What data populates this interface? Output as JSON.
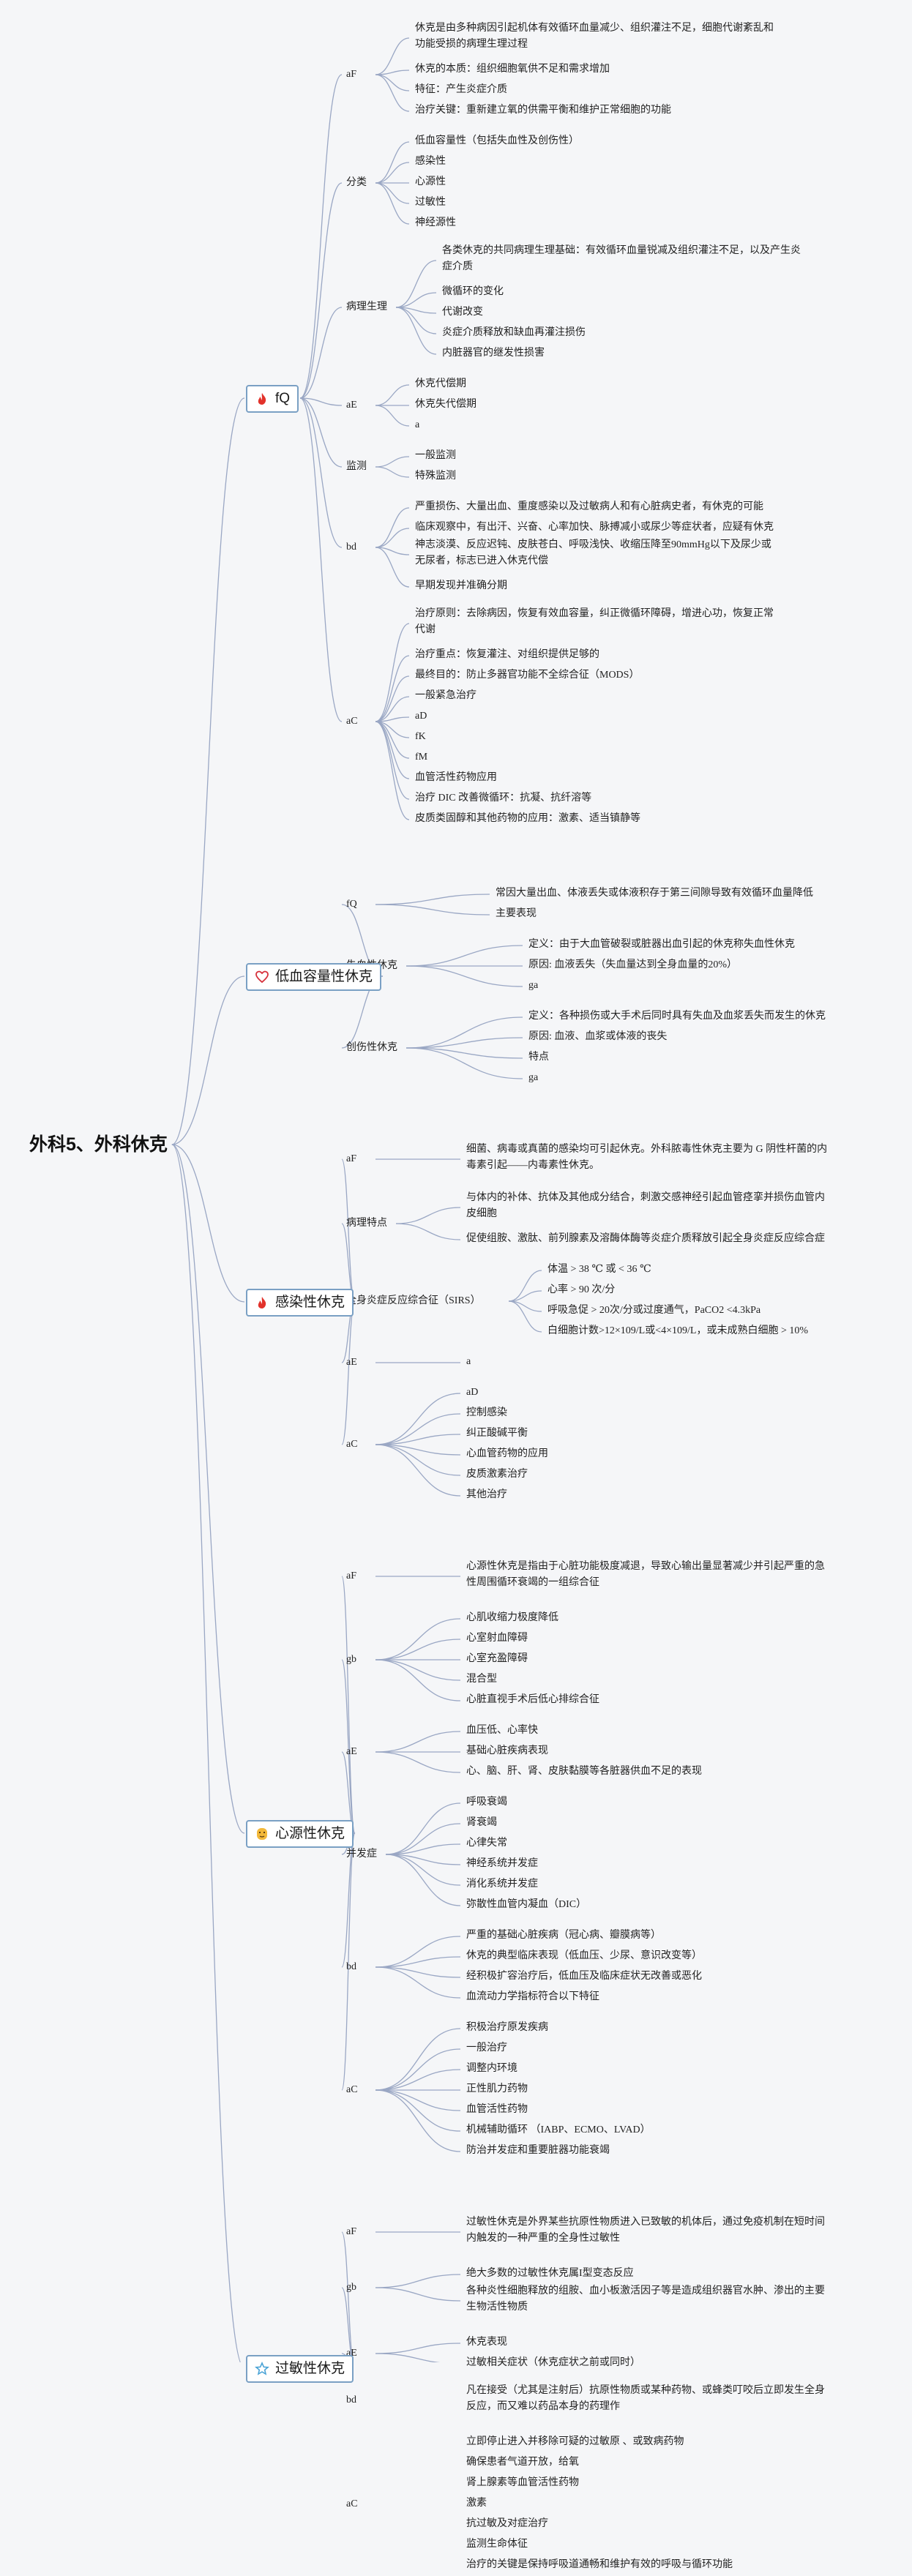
{
  "root": "外科5、外科休克",
  "colors": {
    "edge": "#9aa7c4",
    "border": "#7aa0c4",
    "fire": "#e2322b",
    "heart": "#d6303b",
    "face": "#f2b83a",
    "star": "#4aa3d6"
  },
  "branches": [
    {
      "label": "fQ",
      "icon": "fire-icon",
      "children": [
        {
          "label": "aF",
          "leaves": [
            "休克是由多种病因引起机体有效循环血量减少、组织灌注不足，细胞代谢紊乱和|功能受损的病理生理过程",
            "休克的本质：组织细胞氧供不足和需求增加",
            "特征：产生炎症介质",
            "治疗关键：重新建立氧的供需平衡和维护正常细胞的功能"
          ]
        },
        {
          "label": "分类",
          "leaves": [
            "低血容量性（包括失血性及创伤性）",
            "感染性",
            "心源性",
            "过敏性",
            "神经源性"
          ]
        },
        {
          "label": "病理生理",
          "leaves": [
            "各类休克的共同病理生理基础：有效循环血量锐减及组织灌注不足，以及产生炎|症介质",
            "微循环的变化",
            "代谢改变",
            "炎症介质释放和缺血再灌注损伤",
            "内脏器官的继发性损害"
          ]
        },
        {
          "label": "aE",
          "leaves": [
            "休克代偿期",
            "休克失代偿期",
            "a"
          ]
        },
        {
          "label": "监测",
          "leaves": [
            "一般监测",
            "特殊监测"
          ]
        },
        {
          "label": "bd",
          "leaves": [
            "严重损伤、大量出血、重度感染以及过敏病人和有心脏病史者，有休克的可能",
            "临床观察中，有出汗、兴奋、心率加快、脉搏减小或尿少等症状者，应疑有休克",
            "神志淡漠、反应迟钝、皮肤苍白、呼吸浅快、收缩压降至90mmHg以下及尿少或|无尿者，标志已进入休克代偿",
            "早期发现并准确分期"
          ]
        },
        {
          "label": "aC",
          "leaves": [
            "治疗原则：去除病因，恢复有效血容量，纠正微循环障碍，增进心功，恢复正常|代谢",
            "治疗重点：恢复灌注、对组织提供足够的",
            "最终目的：防止多器官功能不全综合征（MODS）",
            "一般紧急治疗",
            "aD",
            "fK",
            "fM",
            "血管活性药物应用",
            "治疗 DIC 改善微循环：抗凝、抗纤溶等",
            "皮质类固醇和其他药物的应用：激素、适当镇静等"
          ]
        }
      ]
    },
    {
      "label": "低血容量性休克",
      "icon": "heart-icon",
      "children": [
        {
          "label": "fQ",
          "leaves": [
            "常因大量出血、体液丢失或体液积存于第三间隙导致有效循环血量降低",
            "主要表现"
          ]
        },
        {
          "label": "失血性休克",
          "leaves": [
            "定义：由于大血管破裂或脏器出血引起的休克称失血性休克",
            "原因: 血液丢失（失血量达到全身血量的20%）",
            "ga"
          ]
        },
        {
          "label": "创伤性休克",
          "leaves": [
            "定义：各种损伤或大手术后同时具有失血及血浆丢失而发生的休克",
            "原因: 血液、血浆或体液的丧失",
            "特点",
            "ga"
          ]
        }
      ]
    },
    {
      "label": "感染性休克",
      "icon": "fire-icon",
      "children": [
        {
          "label": "aF",
          "leaves": [
            "细菌、病毒或真菌的感染均可引起休克。外科脓毒性休克主要为 G 阴性杆菌的内|毒素引起——内毒素性休克。"
          ]
        },
        {
          "label": "病理特点",
          "leaves": [
            "与体内的补体、抗体及其他成分结合，刺激交感神经引起血管痉挛并损伤血管内|皮细胞",
            "促使组胺、激肽、前列腺素及溶酶体酶等炎症介质释放引起全身炎症反应综合症"
          ]
        },
        {
          "label": "全身炎症反应综合征（SIRS）",
          "leaves": [
            "体温 > 38 ℃ 或 < 36 ℃",
            "心率 > 90 次/分",
            "呼吸急促 > 20次/分或过度通气，PaCO2 <4.3kPa",
            "白细胞计数>12×109/L或<4×109/L，或未成熟白细胞 > 10%"
          ]
        },
        {
          "label": "aE",
          "leaves": [
            "a"
          ]
        },
        {
          "label": "aC",
          "leaves": [
            "aD",
            "控制感染",
            "纠正酸碱平衡",
            "心血管药物的应用",
            "皮质激素治疗",
            "其他治疗"
          ]
        }
      ]
    },
    {
      "label": "心源性休克",
      "icon": "face-icon",
      "children": [
        {
          "label": "aF",
          "leaves": [
            "心源性休克是指由于心脏功能极度减退，导致心输出量显著减少并引起严重的急|性周围循环衰竭的一组综合征"
          ]
        },
        {
          "label": "gb",
          "leaves": [
            "心肌收缩力极度降低",
            "心室射血障碍",
            "心室充盈障碍",
            "混合型",
            "心脏直视手术后低心排综合征"
          ]
        },
        {
          "label": "aE",
          "leaves": [
            "血压低、心率快",
            "基础心脏疾病表现",
            "心、脑、肝、肾、皮肤黏膜等各脏器供血不足的表现"
          ]
        },
        {
          "label": "并发症",
          "leaves": [
            "呼吸衰竭",
            "肾衰竭",
            "心律失常",
            "神经系统并发症",
            "消化系统并发症",
            "弥散性血管内凝血（DIC）"
          ]
        },
        {
          "label": "bd",
          "leaves": [
            "严重的基础心脏疾病（冠心病、瓣膜病等）",
            "休克的典型临床表现（低血压、少尿、意识改变等）",
            "经积极扩容治疗后，低血压及临床症状无改善或恶化",
            "血流动力学指标符合以下特征"
          ]
        },
        {
          "label": "aC",
          "leaves": [
            "积极治疗原发疾病",
            "一般治疗",
            "调整内环境",
            "正性肌力药物",
            "血管活性药物",
            "机械辅助循环 （IABP、ECMO、LVAD）",
            "防治并发症和重要脏器功能衰竭"
          ]
        }
      ]
    },
    {
      "label": "过敏性休克",
      "icon": "star-icon",
      "children": [
        {
          "label": "aF",
          "leaves": [
            "过敏性休克是外界某些抗原性物质进入已致敏的机体后，通过免疫机制在短时间|内触发的一种严重的全身性过敏性"
          ]
        },
        {
          "label": "gb",
          "leaves": [
            "绝大多数的过敏性休克属I型变态反应",
            "各种炎性细胞释放的组胺、血小板激活因子等是造成组织器官水肿、渗出的主要|生物活性物质"
          ]
        },
        {
          "label": "aE",
          "leaves": [
            "休克表现",
            "过敏相关症状（休克症状之前或同时）"
          ]
        },
        {
          "label": "bd",
          "leaves": [
            "凡在接受（尤其是注射后）抗原性物质或某种药物、或蜂类叮咬后立即发生全身|反应，而又难以药品本身的药理作"
          ]
        },
        {
          "label": "aC",
          "leaves": [
            "立即停止进入并移除可疑的过敏原 、或致病药物",
            "确保患者气道开放，给氧",
            "肾上腺素等血管活性药物",
            "激素",
            "抗过敏及对症治疗",
            "监测生命体征",
            "治疗的关键是保持呼吸道通畅和维护有效的呼吸与循环功能"
          ]
        }
      ]
    }
  ]
}
